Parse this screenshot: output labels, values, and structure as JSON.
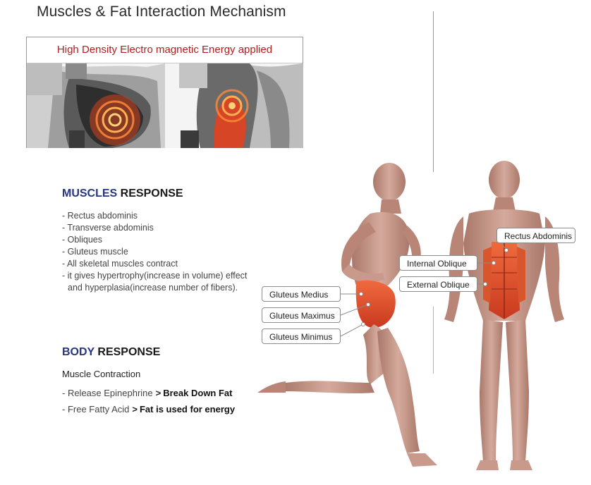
{
  "title": "Muscles & Fat Interaction Mechanism",
  "energy_panel": {
    "title": "High Density Electro magnetic Energy applied"
  },
  "muscles": {
    "heading_accent": "MUSCLES",
    "heading_rest": " RESPONSE",
    "items": [
      "- Rectus abdominis",
      "- Transverse abdominis",
      "- Obliques",
      "- Gluteus muscle",
      "- All skeletal muscles contract",
      "- it gives hypertrophy(increase in volume) effect",
      "and hyperplasia(increase number of fibers)."
    ]
  },
  "body": {
    "heading_accent": "BODY",
    "heading_rest": " RESPONSE",
    "subtitle": "Muscle Contraction",
    "rows": [
      {
        "cause": "- Release Epinephrine",
        "arrow": ">",
        "result": "Break Down Fat"
      },
      {
        "cause": "- Free Fatty Acid",
        "arrow": ">",
        "result": "Fat is used for energy"
      }
    ]
  },
  "labels": {
    "gluteus_medius": "Gluteus Medius",
    "gluteus_maximus": "Gluteus Maximus",
    "gluteus_minimus": "Gluteus Minimus",
    "internal_oblique": "Internal Oblique",
    "external_oblique": "External Oblique",
    "rectus_abdominis": "Rectus Abdominis"
  },
  "colors": {
    "accent_blue": "#263680",
    "energy_red": "#b21e1e",
    "muscle_tone": "#c99a8c",
    "highlight": "#e0462a"
  }
}
